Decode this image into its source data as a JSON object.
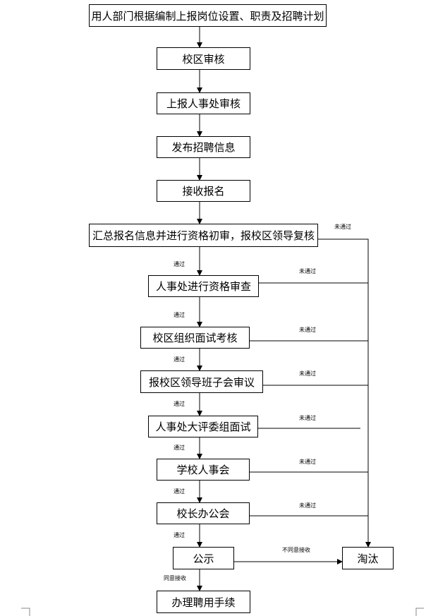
{
  "steps": {
    "s1": "用人部门根据编制上报岗位设置、职责及招聘计划",
    "s2": "校区审核",
    "s3": "上报人事处审核",
    "s4": "发布招聘信息",
    "s5": "接收报名",
    "s6": "汇总报名信息并进行资格初审，报校区领导复核",
    "s7": "人事处进行资格审查",
    "s8": "校区组织面试考核",
    "s9": "报校区领导班子会审议",
    "s10": "人事处大评委组面试",
    "s11": "学校人事会",
    "s12": "校长办公会",
    "s13": "公示",
    "s14": "办理聘用手续",
    "reject": "淘汰"
  },
  "labels": {
    "pass": "通过",
    "fail": "未通过",
    "agree": "同意接收",
    "disagree": "不同意接收"
  }
}
